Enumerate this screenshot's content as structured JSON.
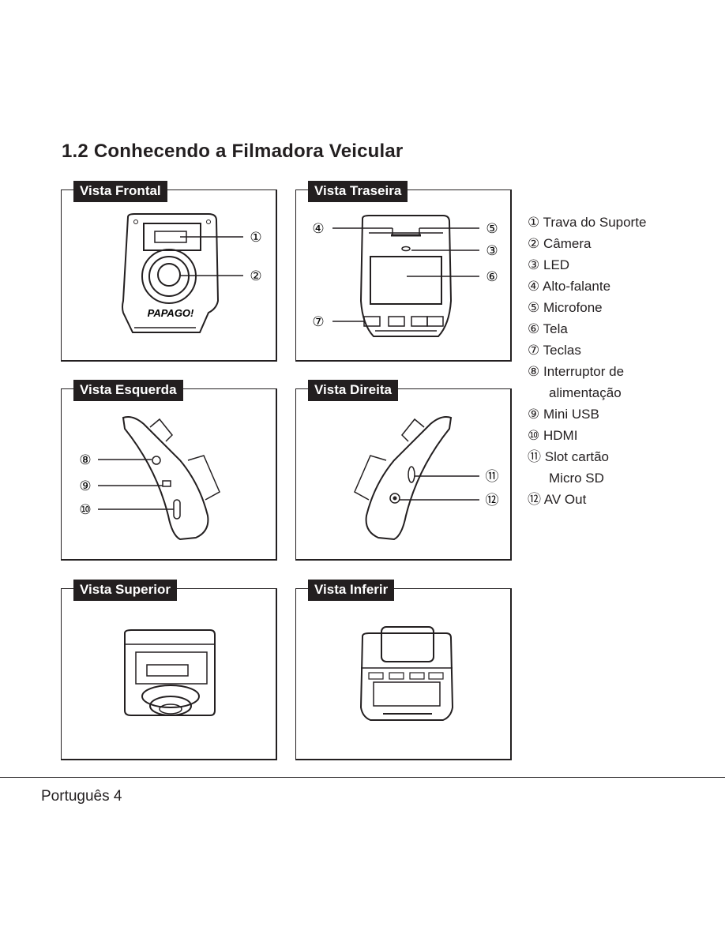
{
  "page": {
    "title": "1.2 Conhecendo a Filmadora Veicular",
    "footer": "Português 4"
  },
  "panels": {
    "front": "Vista Frontal",
    "rear": "Vista Traseira",
    "left": "Vista Esquerda",
    "right": "Vista Direita",
    "top": "Vista Superior",
    "bottom": "Vista Inferir"
  },
  "device": {
    "brand": "PAPAGO!"
  },
  "callouts": [
    "①",
    "②",
    "③",
    "④",
    "⑤",
    "⑥",
    "⑦",
    "⑧",
    "⑨",
    "⑩",
    "⑪",
    "⑫"
  ],
  "legend": [
    {
      "num": "①",
      "text": "Trava do Suporte"
    },
    {
      "num": "②",
      "text": "Câmera"
    },
    {
      "num": "③",
      "text": "LED"
    },
    {
      "num": "④",
      "text": "Alto-falante"
    },
    {
      "num": "⑤",
      "text": "Microfone"
    },
    {
      "num": "⑥",
      "text": "Tela"
    },
    {
      "num": "⑦",
      "text": "Teclas"
    },
    {
      "num": "⑧",
      "text": "Interruptor de",
      "cont": "alimentação"
    },
    {
      "num": "⑨",
      "text": "Mini USB"
    },
    {
      "num": "⑩",
      "text": "HDMI"
    },
    {
      "num": "⑪",
      "text": "Slot cartão",
      "cont": "Micro SD"
    },
    {
      "num": "⑫",
      "text": "AV Out"
    }
  ]
}
